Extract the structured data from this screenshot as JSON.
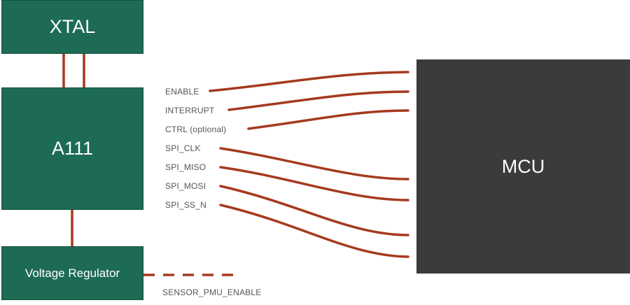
{
  "blocks": {
    "xtal": "XTAL",
    "a111": "A111",
    "voltage_regulator": "Voltage Regulator",
    "mcu": "MCU"
  },
  "signals": [
    "ENABLE",
    "INTERRUPT",
    "CTRL (optional)",
    "SPI_CLK",
    "SPI_MISO",
    "SPI_MOSI",
    "SPI_SS_N"
  ],
  "pmu_signal": "SENSOR_PMU_ENABLE",
  "colors": {
    "block_green": "#1d6b55",
    "block_dark": "#3b3b3b",
    "wire": "#a53a1f",
    "label_gray": "#555555"
  }
}
